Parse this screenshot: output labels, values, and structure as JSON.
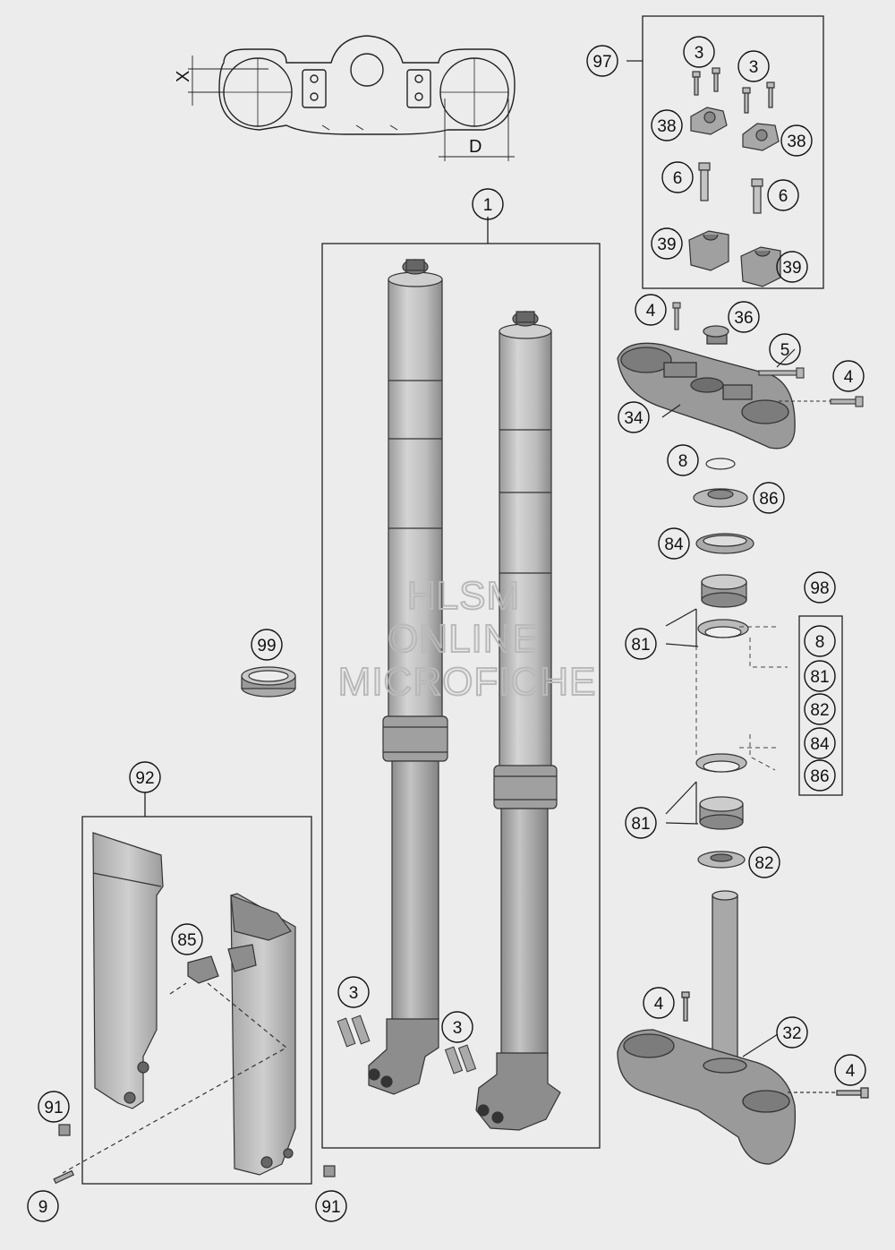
{
  "dimension_labels": {
    "x": "X",
    "d": "D"
  },
  "watermark": [
    "HLSM",
    "ONLINE",
    "MICROFICHE"
  ],
  "callouts": [
    "97",
    "3",
    "3",
    "38",
    "38",
    "6",
    "6",
    "39",
    "39",
    "1",
    "4",
    "36",
    "5",
    "4",
    "34",
    "8",
    "86",
    "84",
    "98",
    "8",
    "81",
    "82",
    "84",
    "86",
    "81",
    "99",
    "81",
    "82",
    "92",
    "85",
    "3",
    "3",
    "4",
    "32",
    "4",
    "91",
    "9",
    "91"
  ]
}
